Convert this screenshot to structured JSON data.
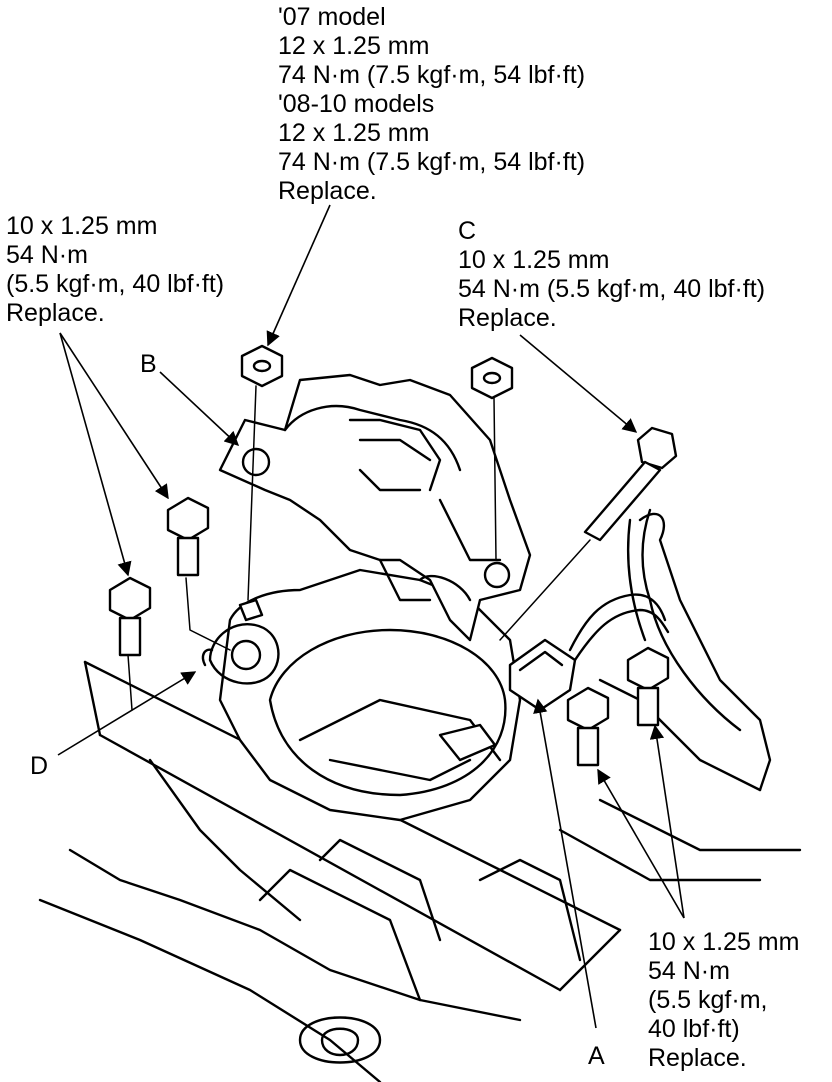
{
  "callouts": {
    "top": {
      "lines": [
        "'07 model",
        "12 x 1.25 mm",
        "74 N·m (7.5 kgf·m, 54 lbf·ft)",
        "'08-10 models",
        "12 x 1.25 mm",
        "74 N·m (7.5 kgf·m, 54 lbf·ft)",
        "Replace."
      ]
    },
    "left": {
      "lines": [
        "10 x 1.25 mm",
        "54 N·m",
        "(5.5 kgf·m, 40 lbf·ft)",
        "Replace."
      ]
    },
    "c": {
      "lines": [
        "C",
        "10 x 1.25 mm",
        "54 N·m (5.5 kgf·m, 40 lbf·ft)",
        "Replace."
      ]
    },
    "bottom_right": {
      "lines": [
        "10 x 1.25 mm",
        "54 N·m",
        "(5.5 kgf·m,",
        "40 lbf·ft)",
        "Replace."
      ]
    }
  },
  "part_letters": {
    "a": "A",
    "b": "B",
    "d": "D"
  }
}
